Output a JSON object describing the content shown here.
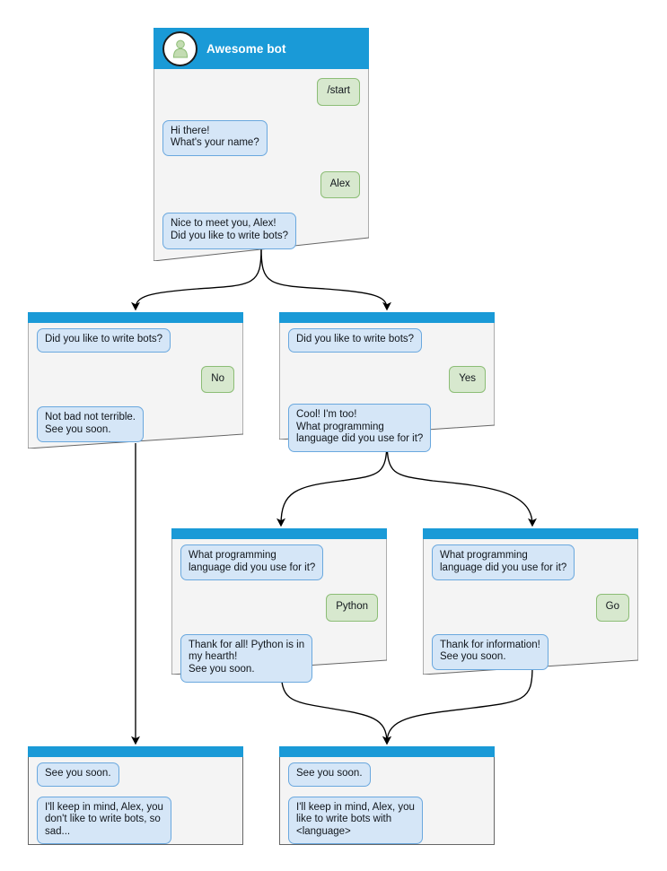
{
  "canvas": {
    "background": "#ffffff",
    "header_color": "#1a9ad7",
    "body_color": "#f4f4f4",
    "border_color": "#666666",
    "bot_bubble_fill": "#d5e6f7",
    "bot_bubble_border": "#6aa8de",
    "user_bubble_fill": "#d7e8ce",
    "user_bubble_border": "#8cbd76",
    "edge_color": "#000000"
  },
  "diagram": {
    "type": "flowchart",
    "title": "Awesome bot conversation flow"
  },
  "nodes": [
    {
      "id": "start",
      "has_header": true,
      "title": "Awesome bot",
      "avatar_icon": "user-avatar-icon",
      "messages": [
        {
          "side": "right",
          "text": "/start"
        },
        {
          "side": "left",
          "text": "Hi there!\nWhat's your name?"
        },
        {
          "side": "right",
          "text": "Alex"
        },
        {
          "side": "left",
          "text": "Nice to meet you, Alex!\nDid you like to write bots?"
        }
      ]
    },
    {
      "id": "answer-no",
      "has_header": false,
      "title": "",
      "messages": [
        {
          "side": "left",
          "text": "Did you like to write bots?"
        },
        {
          "side": "right",
          "text": "No"
        },
        {
          "side": "left",
          "text": "Not bad not terrible.\nSee you soon."
        }
      ]
    },
    {
      "id": "answer-yes",
      "has_header": false,
      "title": "",
      "messages": [
        {
          "side": "left",
          "text": "Did you like to write bots?"
        },
        {
          "side": "right",
          "text": "Yes"
        },
        {
          "side": "left",
          "text": "Cool! I'm too!\nWhat programming\nlanguage did you use for it?"
        }
      ]
    },
    {
      "id": "answer-python",
      "has_header": false,
      "title": "",
      "messages": [
        {
          "side": "left",
          "text": "What programming\nlanguage did you use for it?"
        },
        {
          "side": "right",
          "text": "Python"
        },
        {
          "side": "left",
          "text": "Thank for all! Python is in\nmy hearth!\nSee you soon."
        }
      ]
    },
    {
      "id": "answer-go",
      "has_header": false,
      "title": "",
      "messages": [
        {
          "side": "left",
          "text": "What programming\nlanguage did you use for it?"
        },
        {
          "side": "right",
          "text": "Go"
        },
        {
          "side": "left",
          "text": "Thank for information!\nSee you soon."
        }
      ]
    },
    {
      "id": "end-no",
      "has_header": false,
      "title": "",
      "messages": [
        {
          "side": "left",
          "text": "See you soon."
        },
        {
          "side": "left",
          "text": "I'll keep in mind, Alex, you\ndon't like to write bots, so\nsad..."
        }
      ]
    },
    {
      "id": "end-yes",
      "has_header": false,
      "title": "",
      "messages": [
        {
          "side": "left",
          "text": "See you soon."
        },
        {
          "side": "left",
          "text": "I'll keep in mind, Alex, you\nlike to write bots with\n<language>"
        }
      ]
    }
  ],
  "edges": [
    {
      "from": "start",
      "to": "answer-no"
    },
    {
      "from": "start",
      "to": "answer-yes"
    },
    {
      "from": "answer-no",
      "to": "end-no"
    },
    {
      "from": "answer-yes",
      "to": "answer-python"
    },
    {
      "from": "answer-yes",
      "to": "answer-go"
    },
    {
      "from": "answer-python",
      "to": "end-yes"
    },
    {
      "from": "answer-go",
      "to": "end-yes"
    }
  ]
}
